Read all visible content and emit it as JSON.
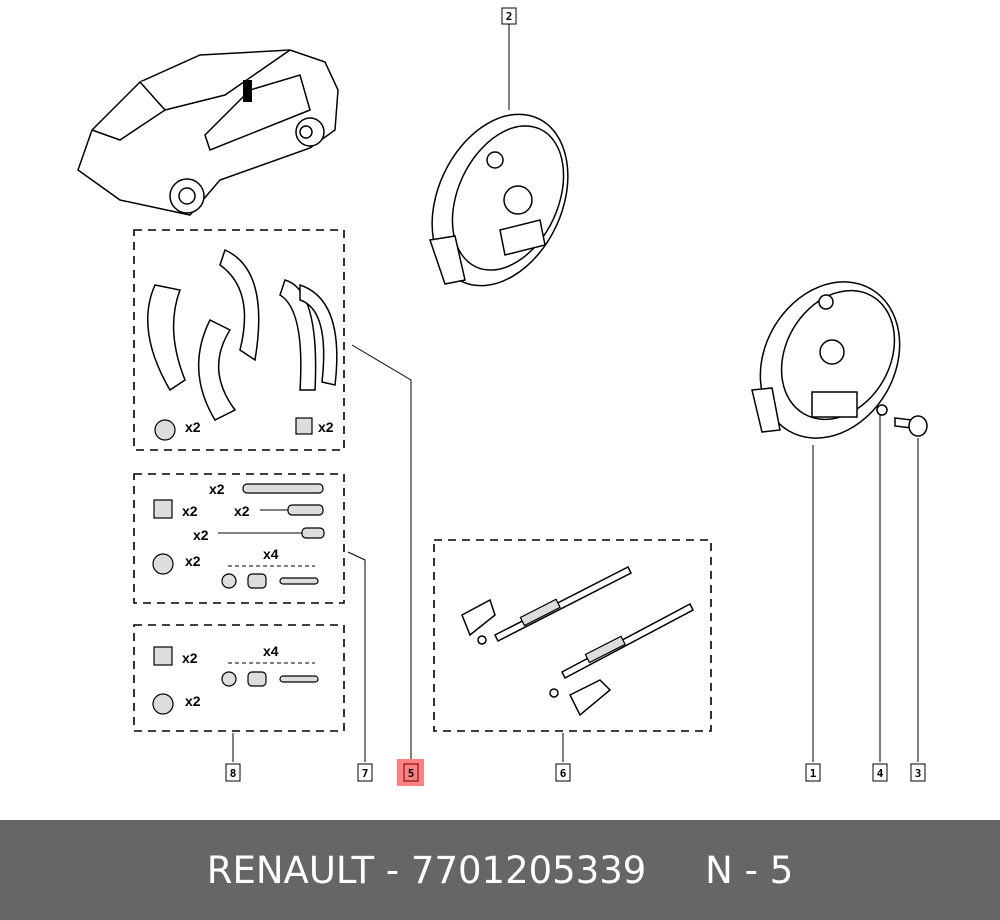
{
  "callouts": {
    "c1": "1",
    "c2": "2",
    "c3": "3",
    "c4": "4",
    "c5": "5",
    "c6": "6",
    "c7": "7",
    "c8": "8"
  },
  "highlight_color": "#ff8080",
  "quantities": {
    "shoe_box_plug": "x2",
    "shoe_box_clip": "x2",
    "kit7_spring_long": "x2",
    "kit7_spring_mid": "x2",
    "kit7_spring_short": "x2",
    "kit7_clip": "x2",
    "kit7_plug": "x2",
    "kit7_pins": "x4",
    "kit8_clip": "x2",
    "kit8_plug": "x2",
    "kit8_pins": "x4"
  },
  "footer": {
    "brand_part": "RENAULT - 7701205339",
    "ref": "N - 5"
  }
}
